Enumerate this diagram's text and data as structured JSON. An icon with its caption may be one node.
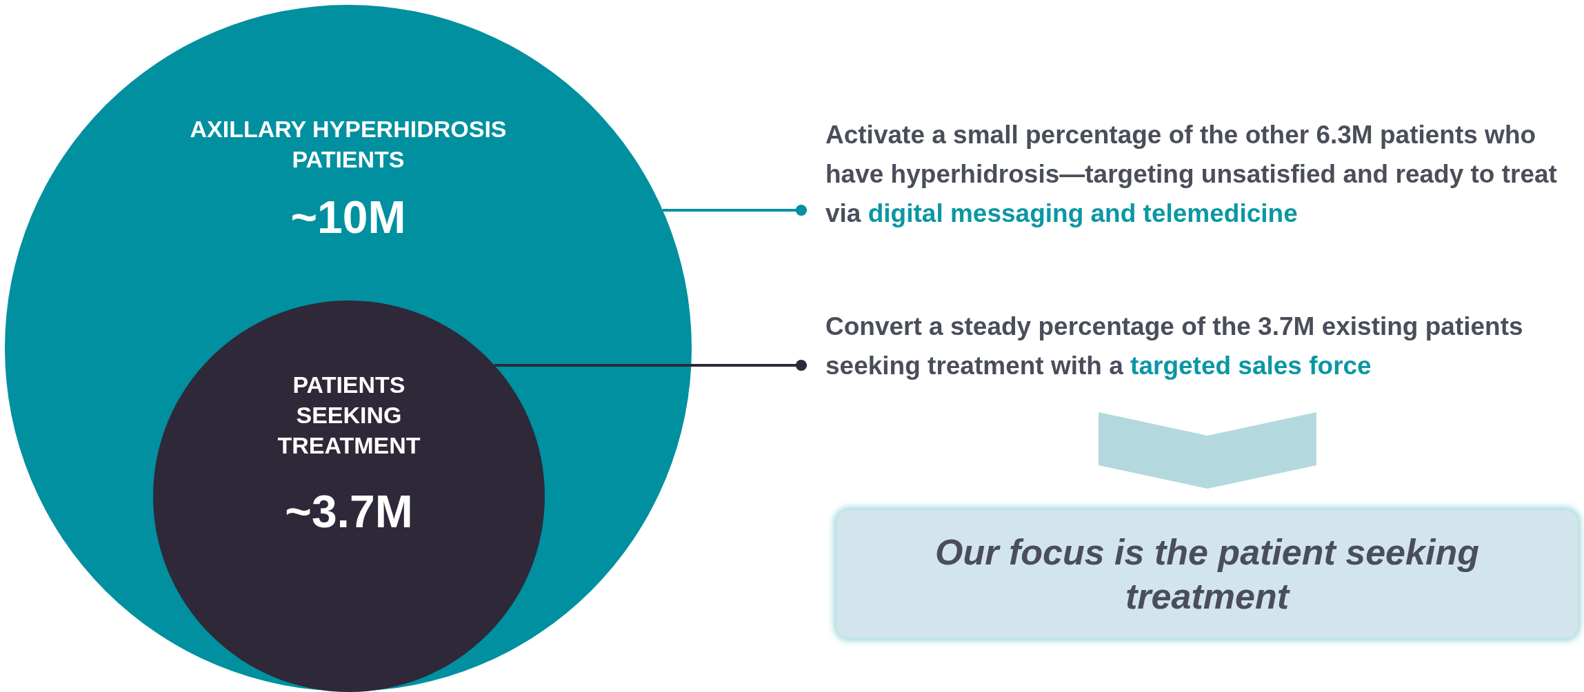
{
  "diagram": {
    "nodes": [
      {
        "text": [
          "AXILLARY HYPERHIDROSIS PATIENTS",
          "~10M"
        ]
      },
      {
        "text": [
          "PATIENTS SEEKING TREATMENT",
          "~3.7M"
        ],
        "in": 0
      },
      {
        "text": [
          "Activate a small percentage of the other 6.3M patients who have hyperhidrosis—targeting unsatisfied and ready to treat via **digital messaging and telemedicine**"
        ]
      },
      {
        "text": [
          "Convert a steady percentage of the 3.7M existing patients seeking treatment with a **targeted sales force**"
        ]
      },
      {
        "text": [
          "Our focus is the patient seeking treatment"
        ]
      }
    ],
    "edges": [
      {
        "from": 0,
        "to": 2,
        "arrow": "other"
      },
      {
        "from": 1,
        "to": 3,
        "arrow": "other",
        "color": "#2e2838"
      },
      {
        "from": 3,
        "to": 4,
        "arrow": "to",
        "style": "thick",
        "color": "#b3d9de"
      }
    ]
  }
}
